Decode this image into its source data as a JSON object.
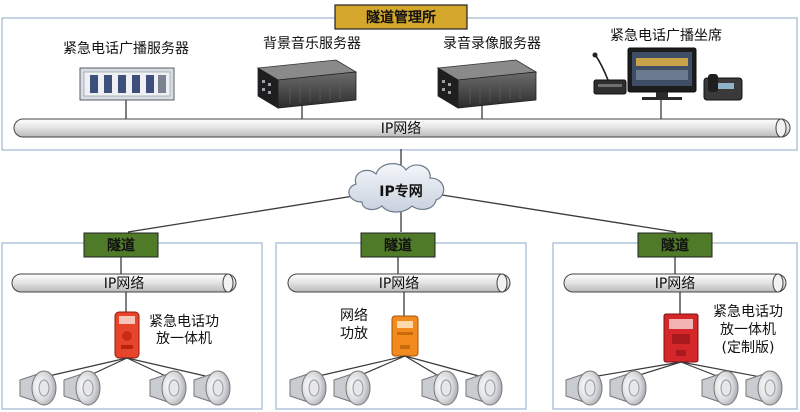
{
  "header": {
    "title": "隧道管理所"
  },
  "servers": [
    {
      "label": "紧急电话广播服务器",
      "icon": "rack-server-icon"
    },
    {
      "label": "背景音乐服务器",
      "icon": "server-icon"
    },
    {
      "label": "录音录像服务器",
      "icon": "server-icon"
    },
    {
      "label": "紧急电话广播坐席",
      "icon": "console-workstation-icon"
    }
  ],
  "top_network": {
    "label": "IP网络"
  },
  "cloud": {
    "label": "IP专网"
  },
  "tunnels": [
    {
      "title": "隧道",
      "network": "IP网络",
      "device_lines": [
        "紧急电话功",
        "放一体机"
      ],
      "device_color": "#e8442a"
    },
    {
      "title": "隧道",
      "network": "IP网络",
      "device_lines": [
        "网络",
        "功放"
      ],
      "device_color": "#f28a1d"
    },
    {
      "title": "隧道",
      "network": "IP网络",
      "device_lines": [
        "紧急电话功",
        "放一体机",
        "(定制版)"
      ],
      "device_color": "#d5262a"
    }
  ],
  "colors": {
    "header_fill": "#d4a72c",
    "tunnel_fill": "#4f7a28",
    "frame_stroke": "#9eb7d3",
    "pipe_fill": "#e9e9e9",
    "line": "#3a3a3a"
  }
}
